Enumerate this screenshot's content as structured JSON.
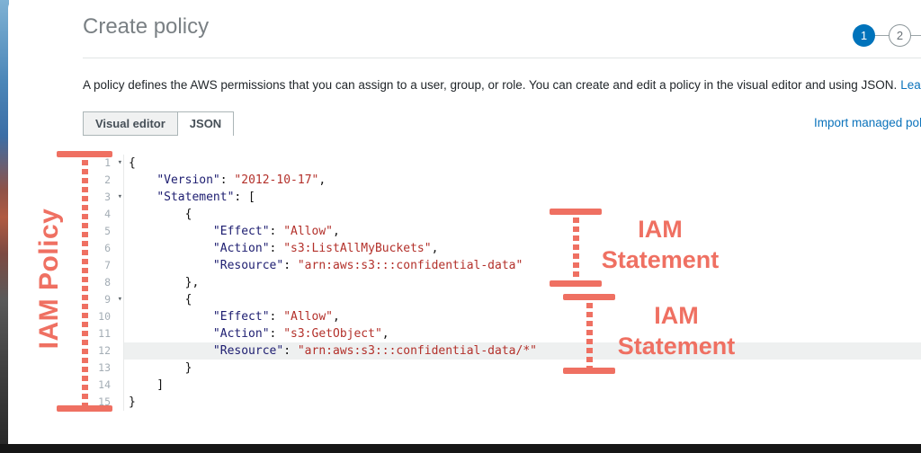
{
  "header": {
    "title": "Create policy",
    "steps": [
      {
        "label": "1",
        "active": true
      },
      {
        "label": "2",
        "active": false
      }
    ]
  },
  "intro": {
    "text": "A policy defines the AWS permissions that you can assign to a user, group, or role. You can create and edit a policy in the visual editor and using JSON.",
    "learn_more_label": "Learn more"
  },
  "tabs": {
    "items": [
      {
        "label": "Visual editor",
        "active": false
      },
      {
        "label": "JSON",
        "active": true
      }
    ],
    "import_link_label": "Import managed policies"
  },
  "editor": {
    "fold_glyph": "▾",
    "active_line": 12,
    "lines": [
      {
        "n": "1",
        "fold": true,
        "tokens": [
          [
            "p",
            "{"
          ]
        ]
      },
      {
        "n": "2",
        "tokens": [
          [
            "p",
            "    "
          ],
          [
            "k",
            "\"Version\""
          ],
          [
            "p",
            ": "
          ],
          [
            "s",
            "\"2012-10-17\""
          ],
          [
            "p",
            ","
          ]
        ]
      },
      {
        "n": "3",
        "fold": true,
        "tokens": [
          [
            "p",
            "    "
          ],
          [
            "k",
            "\"Statement\""
          ],
          [
            "p",
            ": ["
          ]
        ]
      },
      {
        "n": "4",
        "tokens": [
          [
            "p",
            "        {"
          ]
        ]
      },
      {
        "n": "5",
        "tokens": [
          [
            "p",
            "            "
          ],
          [
            "k",
            "\"Effect\""
          ],
          [
            "p",
            ": "
          ],
          [
            "s",
            "\"Allow\""
          ],
          [
            "p",
            ","
          ]
        ]
      },
      {
        "n": "6",
        "tokens": [
          [
            "p",
            "            "
          ],
          [
            "k",
            "\"Action\""
          ],
          [
            "p",
            ": "
          ],
          [
            "s",
            "\"s3:ListAllMyBuckets\""
          ],
          [
            "p",
            ","
          ]
        ]
      },
      {
        "n": "7",
        "tokens": [
          [
            "p",
            "            "
          ],
          [
            "k",
            "\"Resource\""
          ],
          [
            "p",
            ": "
          ],
          [
            "s",
            "\"arn:aws:s3:::confidential-data\""
          ]
        ]
      },
      {
        "n": "8",
        "tokens": [
          [
            "p",
            "        },"
          ]
        ]
      },
      {
        "n": "9",
        "fold": true,
        "tokens": [
          [
            "p",
            "        {"
          ]
        ]
      },
      {
        "n": "10",
        "tokens": [
          [
            "p",
            "            "
          ],
          [
            "k",
            "\"Effect\""
          ],
          [
            "p",
            ": "
          ],
          [
            "s",
            "\"Allow\""
          ],
          [
            "p",
            ","
          ]
        ]
      },
      {
        "n": "11",
        "tokens": [
          [
            "p",
            "            "
          ],
          [
            "k",
            "\"Action\""
          ],
          [
            "p",
            ": "
          ],
          [
            "s",
            "\"s3:GetObject\""
          ],
          [
            "p",
            ","
          ]
        ]
      },
      {
        "n": "12",
        "highlight": true,
        "tokens": [
          [
            "p",
            "            "
          ],
          [
            "k",
            "\"Resource\""
          ],
          [
            "p",
            ": "
          ],
          [
            "s",
            "\"arn:aws:s3:::confidential-data/*\""
          ]
        ]
      },
      {
        "n": "13",
        "tokens": [
          [
            "p",
            "        }"
          ]
        ]
      },
      {
        "n": "14",
        "tokens": [
          [
            "p",
            "    ]"
          ]
        ]
      },
      {
        "n": "15",
        "tokens": [
          [
            "p",
            "}"
          ]
        ]
      }
    ]
  },
  "annotations": {
    "policy_label": "IAM Policy",
    "statement1_label": "IAM Statement",
    "statement2_label": "IAM Statement"
  },
  "colors": {
    "accent_blue": "#0073bb",
    "annotation_red": "#ef7062",
    "code_key": "#1d1d70",
    "code_string": "#b3302a",
    "step_active_bg": "#0073bb"
  }
}
